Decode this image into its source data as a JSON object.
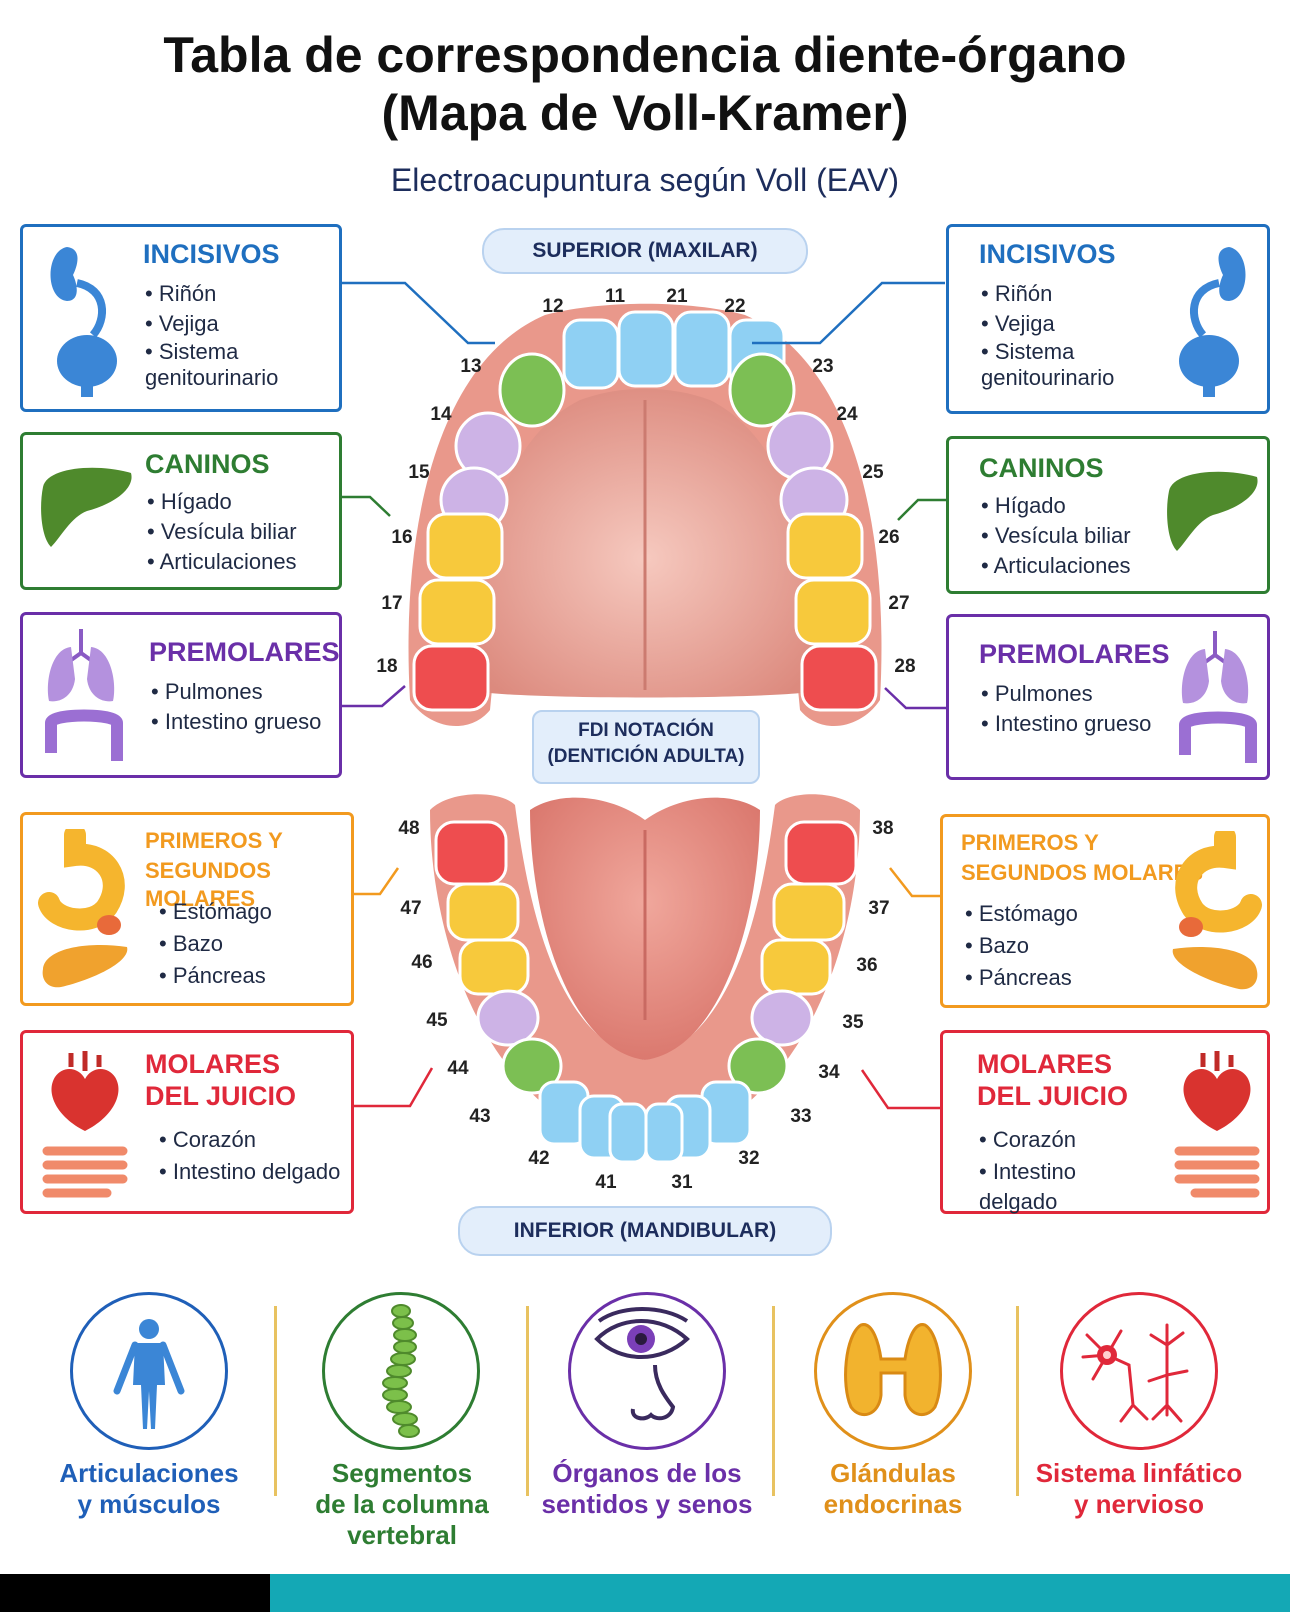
{
  "title_line1": "Tabla de correspondencia diente-órgano",
  "title_line2": "(Mapa de Voll-Kramer)",
  "subtitle": "Electroacupuntura según Voll (EAV)",
  "upper_label": "SUPERIOR (MAXILAR)",
  "lower_label": "INFERIOR (MANDIBULAR)",
  "notation_line1": "FDI NOTACIÓN",
  "notation_line2": "(DENTICIÓN ADULTA)",
  "colors": {
    "incisivos": "#1f6fbf",
    "caninos": "#2e7d32",
    "premolares": "#6a2fa8",
    "molares": "#f29a1f",
    "juicio": "#e0283a",
    "tooth_blue": "#8fd0f3",
    "tooth_green": "#7cbf54",
    "tooth_purple": "#cdb3e6",
    "tooth_yellow": "#f7c93c",
    "tooth_red": "#ee4d4f"
  },
  "panels": {
    "incisivos": {
      "title": "INCISIVOS",
      "items": [
        "Riñón",
        "Vejiga",
        "Sistema genitourinario"
      ],
      "icon": "kidney-bladder-icon"
    },
    "caninos": {
      "title": "CANINOS",
      "items": [
        "Hígado",
        "Vesícula biliar",
        "Articulaciones"
      ],
      "icon": "liver-icon"
    },
    "premolares": {
      "title": "PREMOLARES",
      "items": [
        "Pulmones",
        "Intestino grueso"
      ],
      "icon": "lungs-intestine-icon"
    },
    "molares": {
      "title_line1": "PRIMEROS Y",
      "title_line2": "SEGUNDOS MOLARES",
      "items": [
        "Estómago",
        "Bazo",
        "Páncreas"
      ],
      "icon": "stomach-pancreas-icon"
    },
    "juicio": {
      "title_line1": "MOLARES",
      "title_line2": "DEL JUICIO",
      "items": [
        "Corazón",
        "Intestino delgado"
      ],
      "icon": "heart-intestine-icon"
    }
  },
  "upper_numbers": {
    "left": [
      "12",
      "11",
      "13",
      "14",
      "15",
      "16",
      "17",
      "18"
    ],
    "right": [
      "21",
      "22",
      "23",
      "24",
      "25",
      "26",
      "27",
      "28"
    ]
  },
  "lower_numbers": {
    "left": [
      "48",
      "47",
      "46",
      "45",
      "44",
      "43",
      "42",
      "41"
    ],
    "right": [
      "38",
      "37",
      "36",
      "35",
      "34",
      "33",
      "32",
      "31"
    ]
  },
  "categories": [
    {
      "line1": "Articulaciones",
      "line2": "y músculos",
      "line3": "",
      "color": "#1f5fb8",
      "icon": "human-body-icon"
    },
    {
      "line1": "Segmentos",
      "line2": "de la columna",
      "line3": "vertebral",
      "color": "#2e7d32",
      "icon": "spine-icon"
    },
    {
      "line1": "Órganos de los",
      "line2": "sentidos y senos",
      "line3": "",
      "color": "#6a2fa8",
      "icon": "eye-nose-icon"
    },
    {
      "line1": "Glándulas",
      "line2": "endocrinas",
      "line3": "",
      "color": "#e0901a",
      "icon": "thyroid-icon"
    },
    {
      "line1": "Sistema linfático",
      "line2": "y nervioso",
      "line3": "",
      "color": "#e0283a",
      "icon": "neuron-icon"
    }
  ]
}
